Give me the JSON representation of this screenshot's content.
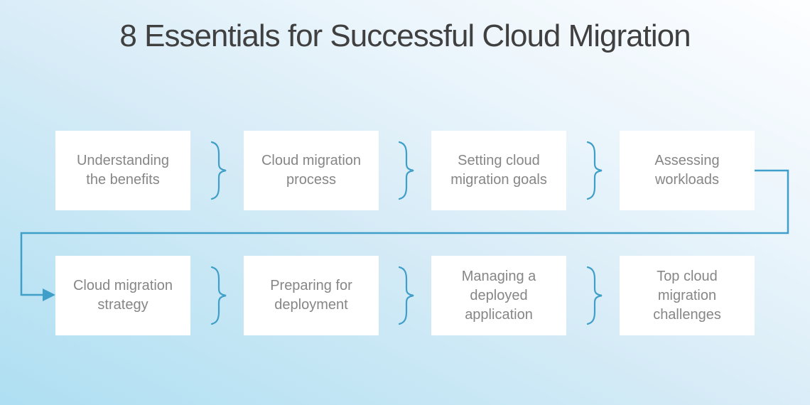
{
  "title": "8 Essentials for Successful Cloud Migration",
  "steps": [
    {
      "label": "Understanding the benefits"
    },
    {
      "label": "Cloud migration process"
    },
    {
      "label": "Setting cloud migration goals"
    },
    {
      "label": "Assessing workloads"
    },
    {
      "label": "Cloud migration strategy"
    },
    {
      "label": "Preparing for deployment"
    },
    {
      "label": "Managing a deployed application"
    },
    {
      "label": "Top cloud migration challenges"
    }
  ],
  "icons": {
    "between_steps": "right-curly-brace-icon",
    "row_wrap": "elbow-arrow-icon"
  },
  "colors": {
    "background_top_right": "#fdfeff",
    "background_bottom_left": "#aedff2",
    "box_background": "#ffffff",
    "box_text": "#868686",
    "title_text": "#404040",
    "connector_blue": "#3f9fc9"
  }
}
